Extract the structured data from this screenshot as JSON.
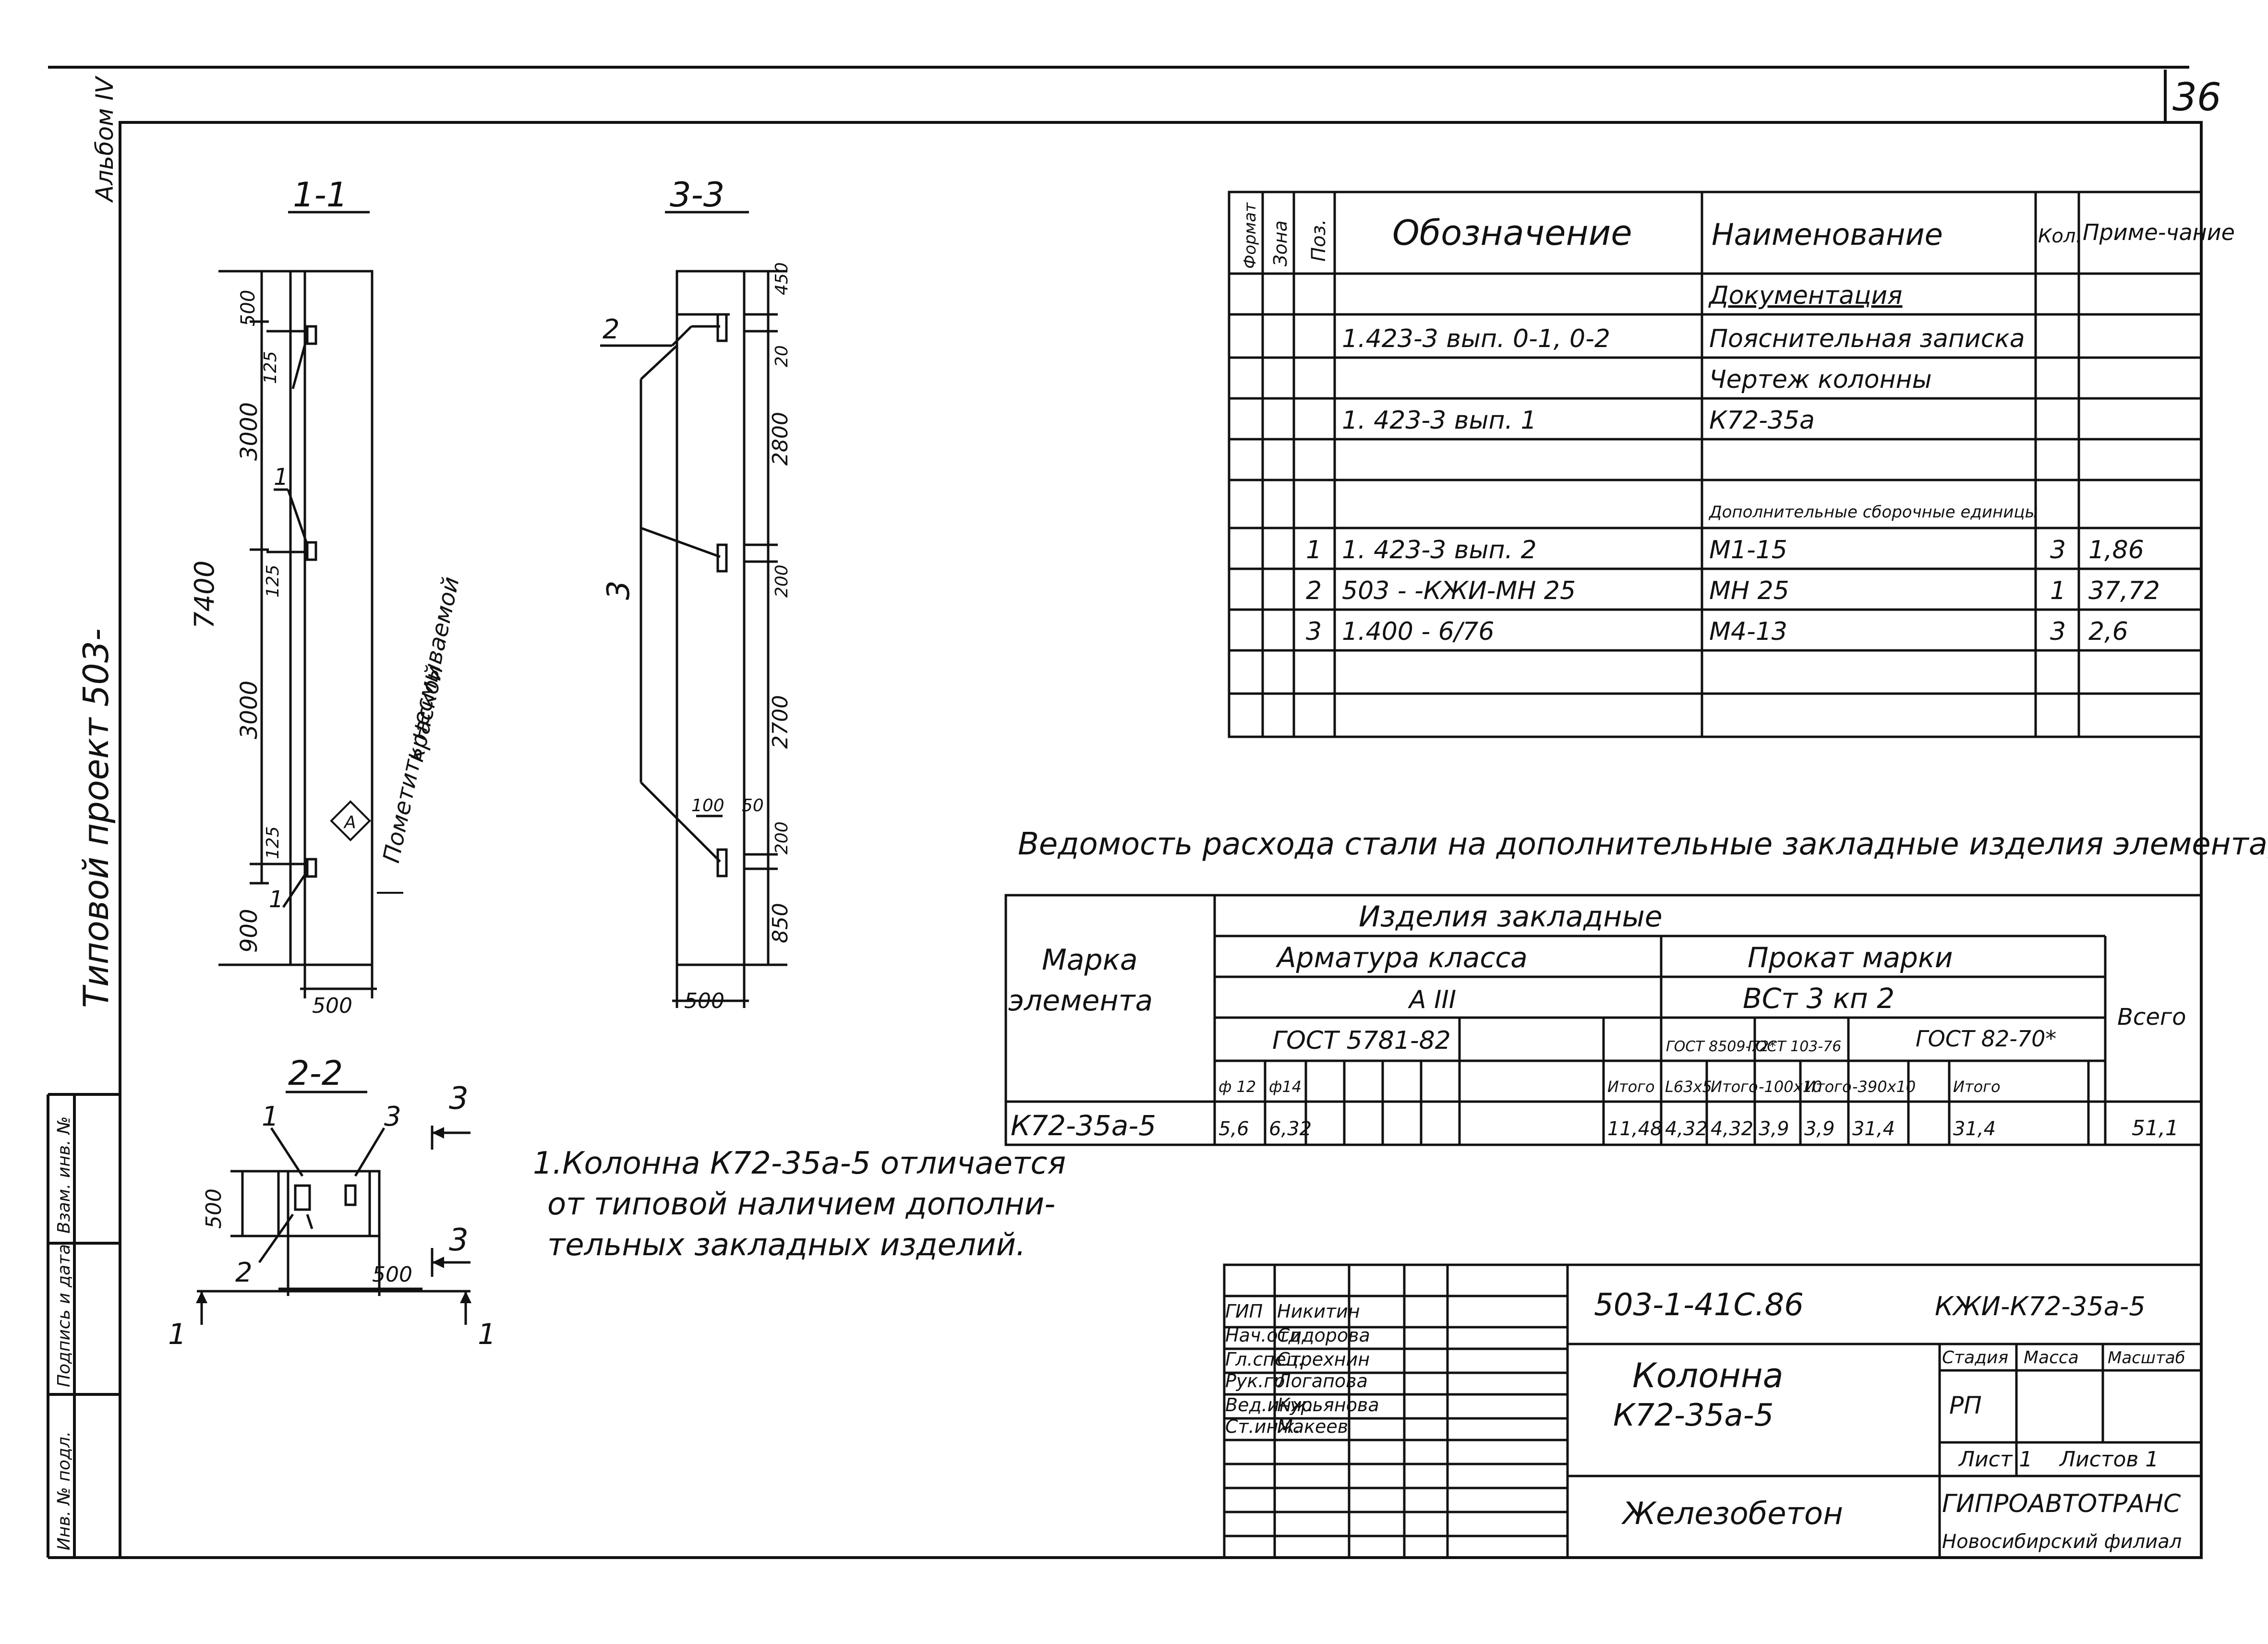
{
  "sheet": {
    "number": "36",
    "album": "Альбом IV",
    "project": "Типовой проект 503-"
  },
  "sections": {
    "s11": {
      "title": "1-1",
      "dims": [
        "500",
        "125",
        "3000",
        "1",
        "125",
        "3000",
        "125",
        "1",
        "900",
        "7400",
        "500"
      ],
      "note_line1": "Пометить несмываемой",
      "note_line2": "краской",
      "marker": "А"
    },
    "s33": {
      "title": "3-3",
      "dims": [
        "450",
        "20",
        "2800",
        "200",
        "2700",
        "200",
        "850",
        "100",
        "50",
        "500"
      ],
      "label2": "2",
      "label3": "3"
    },
    "s22": {
      "title": "2-2",
      "labels": [
        "1",
        "3",
        "2",
        "500",
        "500",
        "3",
        "3",
        "1",
        "1"
      ]
    }
  },
  "note": {
    "line1": "1.Колонна К72-35а-5 отличается",
    "line2": "от типовой наличием дополни-",
    "line3": "тельных закладных изделий."
  },
  "spec": {
    "headers": {
      "format": "Формат",
      "zone": "Зона",
      "pos": "Поз.",
      "designation": "Обозначение",
      "name": "Наименование",
      "qty": "Кол.",
      "note": "Приме-чание"
    },
    "rows": [
      {
        "pos": "",
        "designation": "",
        "name": "Документация",
        "qty": "",
        "note": ""
      },
      {
        "pos": "",
        "designation": "1.423-3 вып. 0-1, 0-2",
        "name": "Пояснительная записка",
        "qty": "",
        "note": ""
      },
      {
        "pos": "",
        "designation": "",
        "name": "Чертеж колонны",
        "qty": "",
        "note": ""
      },
      {
        "pos": "",
        "designation": "1. 423-3 вып. 1",
        "name": "К72-35а",
        "qty": "",
        "note": ""
      },
      {
        "pos": "",
        "designation": "",
        "name": "",
        "qty": "",
        "note": ""
      },
      {
        "pos": "",
        "designation": "",
        "name": "Дополнительные сборочные единицы",
        "qty": "",
        "note": ""
      },
      {
        "pos": "1",
        "designation": "1. 423-3          вып. 2",
        "name": "М1-15",
        "qty": "3",
        "note": "1,86"
      },
      {
        "pos": "2",
        "designation": "503 -              -КЖИ-МН 25",
        "name": "МН 25",
        "qty": "1",
        "note": "37,72"
      },
      {
        "pos": "3",
        "designation": "1.400 - 6/76",
        "name": "М4-13",
        "qty": "3",
        "note": "2,6"
      },
      {
        "pos": "",
        "designation": "",
        "name": "",
        "qty": "",
        "note": ""
      },
      {
        "pos": "",
        "designation": "",
        "name": "",
        "qty": "",
        "note": ""
      }
    ]
  },
  "steel": {
    "title": "Ведомость расхода стали на дополнительные закладные изделия элемента, кг",
    "h_mark1": "Марка",
    "h_mark2": "элемента",
    "h_items": "Изделия закладные",
    "h_rebar": "Арматура класса",
    "h_rolled": "Прокат марки",
    "h_total": "Всего",
    "h_class": "А III",
    "h_grade": "ВСт 3 кп 2",
    "h_gost1": "ГОСТ 5781-82",
    "h_gost2": "ГОСТ 8509-72*",
    "h_gost3": "ГОСТ 103-76",
    "h_gost4": "ГОСТ 82-70*",
    "cols": [
      "ф 12",
      "ф14",
      "",
      "",
      "",
      "",
      "",
      "Итого",
      "L63х5",
      "Итого",
      "-100х10",
      "Итого",
      "-390х10",
      "",
      "Итого"
    ],
    "row": {
      "mark": "К72-35а-5",
      "values": [
        "5,6",
        "6,32",
        "",
        "",
        "",
        "",
        "",
        "11,48",
        "4,32",
        "4,32",
        "3,9",
        "3,9",
        "31,4",
        "",
        "31,4"
      ],
      "total": "51,1"
    }
  },
  "stamp": {
    "code": "503-1-41С.86",
    "sheet_code": "КЖИ-К72-35а-5",
    "title1": "Колонна",
    "title2": "К72-35а-5",
    "material": "Железобетон",
    "org1": "ГИПРОАВТОТРАНС",
    "org2": "Новосибирский филиал",
    "stage_h": "Стадия",
    "mass_h": "Масса",
    "scale_h": "Масштаб",
    "stage": "РП",
    "sheet_label": "Лист 1",
    "sheets_label": "Листов 1",
    "people": [
      {
        "role": "ГИП",
        "name": "Никитин"
      },
      {
        "role": "Нач.отд.",
        "name": "Сидорова"
      },
      {
        "role": "Гл.спец.",
        "name": "Стрехнин"
      },
      {
        "role": "Рук.гр.",
        "name": "Логапова"
      },
      {
        "role": "Вед.инж.",
        "name": "Курьянова"
      },
      {
        "role": "Ст.инж.",
        "name": "Макеев"
      }
    ]
  },
  "side_stamp": {
    "cells": [
      "Инв. № подл.",
      "Подпись и дата",
      "Взам. инв. №"
    ]
  }
}
